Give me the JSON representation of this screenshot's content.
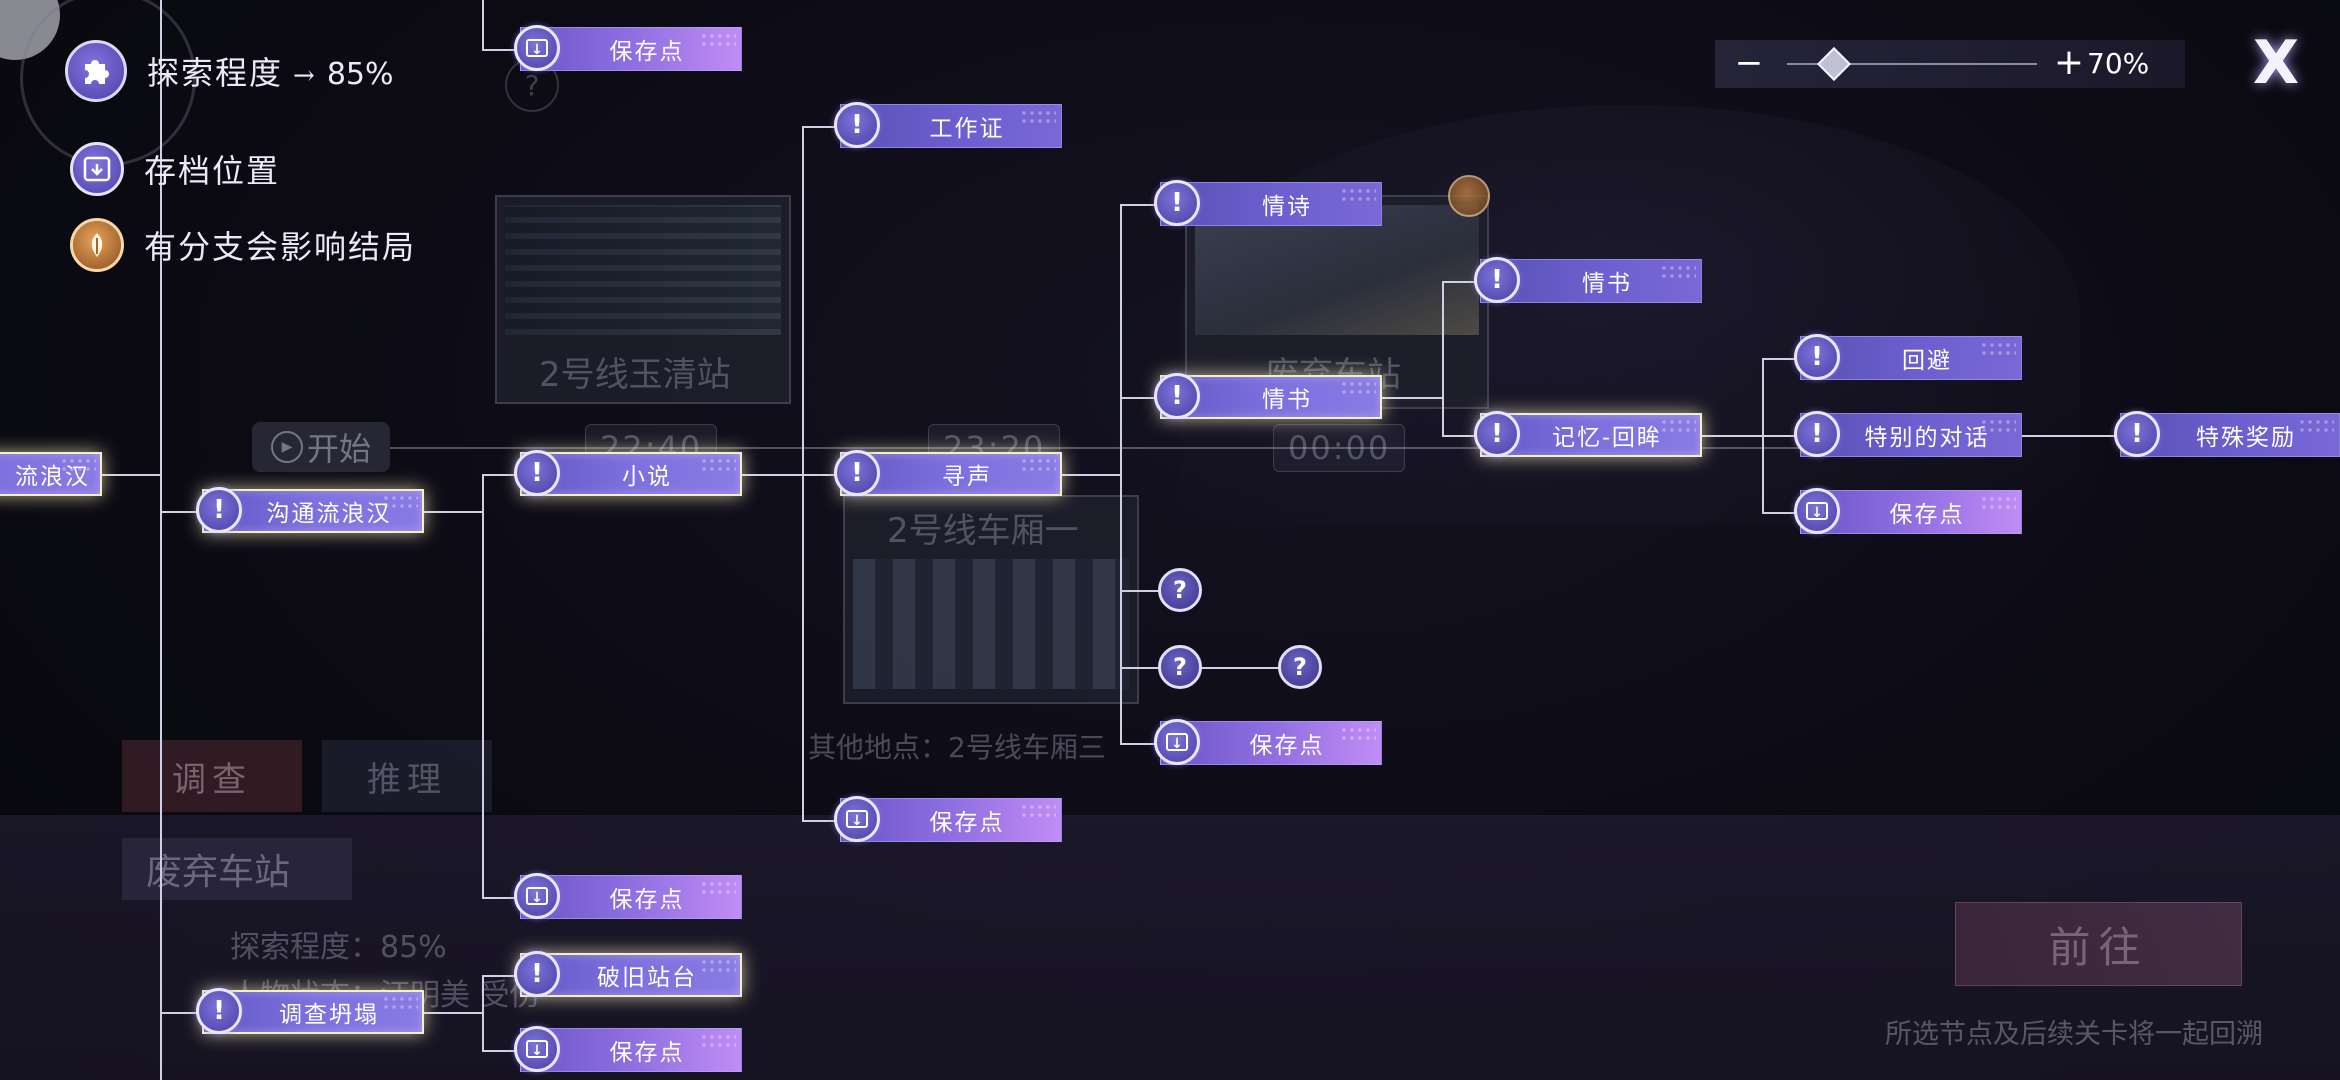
{
  "legend": {
    "exploration_label": "探索程度",
    "exploration_arrow": "→",
    "exploration_value": "85%",
    "save_label": "存档位置",
    "branch_label": "有分支会影响结局"
  },
  "zoom": {
    "minus": "−",
    "plus": "+",
    "value_text": "70%",
    "level": 0.7
  },
  "close_label": "X",
  "background": {
    "thumb1_label": "2号线玉清站",
    "thumb2_label": "2号线车厢一",
    "thumb3_label": "废弃车站",
    "time1": "22:40",
    "time2": "23:20",
    "time3": "00:00",
    "start": "开始",
    "other_location": "其他地点：2号线车厢三",
    "tab_investigate": "调查",
    "tab_reason": "推理",
    "panel_title": "废弃车站",
    "panel_explore": "探索程度：85%",
    "panel_status": "人物状态：汪明美 受伤",
    "go_button": "前往",
    "hint": "所选节点及后续关卡将一起回溯"
  },
  "nodes": {
    "n_liulanghan": "流浪汉",
    "n_goutong": "沟通流浪汉",
    "n_diaocha_tanta": "调查坍塌",
    "n_save_top": "保存点",
    "n_xiaoshuo": "小说",
    "n_save_mid": "保存点",
    "n_poju": "破旧站台",
    "n_save_bottom": "保存点",
    "n_gongzuozheng": "工作证",
    "n_xunsheng": "寻声",
    "n_save_5": "保存点",
    "n_qingshi": "情诗",
    "n_qingshu_a": "情书",
    "n_save_6": "保存点",
    "n_qingshu_b": "情书",
    "n_jiyi": "记忆-回眸",
    "n_huibi": "回避",
    "n_tebie": "特别的对话",
    "n_save_7": "保存点",
    "n_teshu": "特殊奖励"
  },
  "icons": {
    "alert": "!",
    "unknown": "?"
  }
}
